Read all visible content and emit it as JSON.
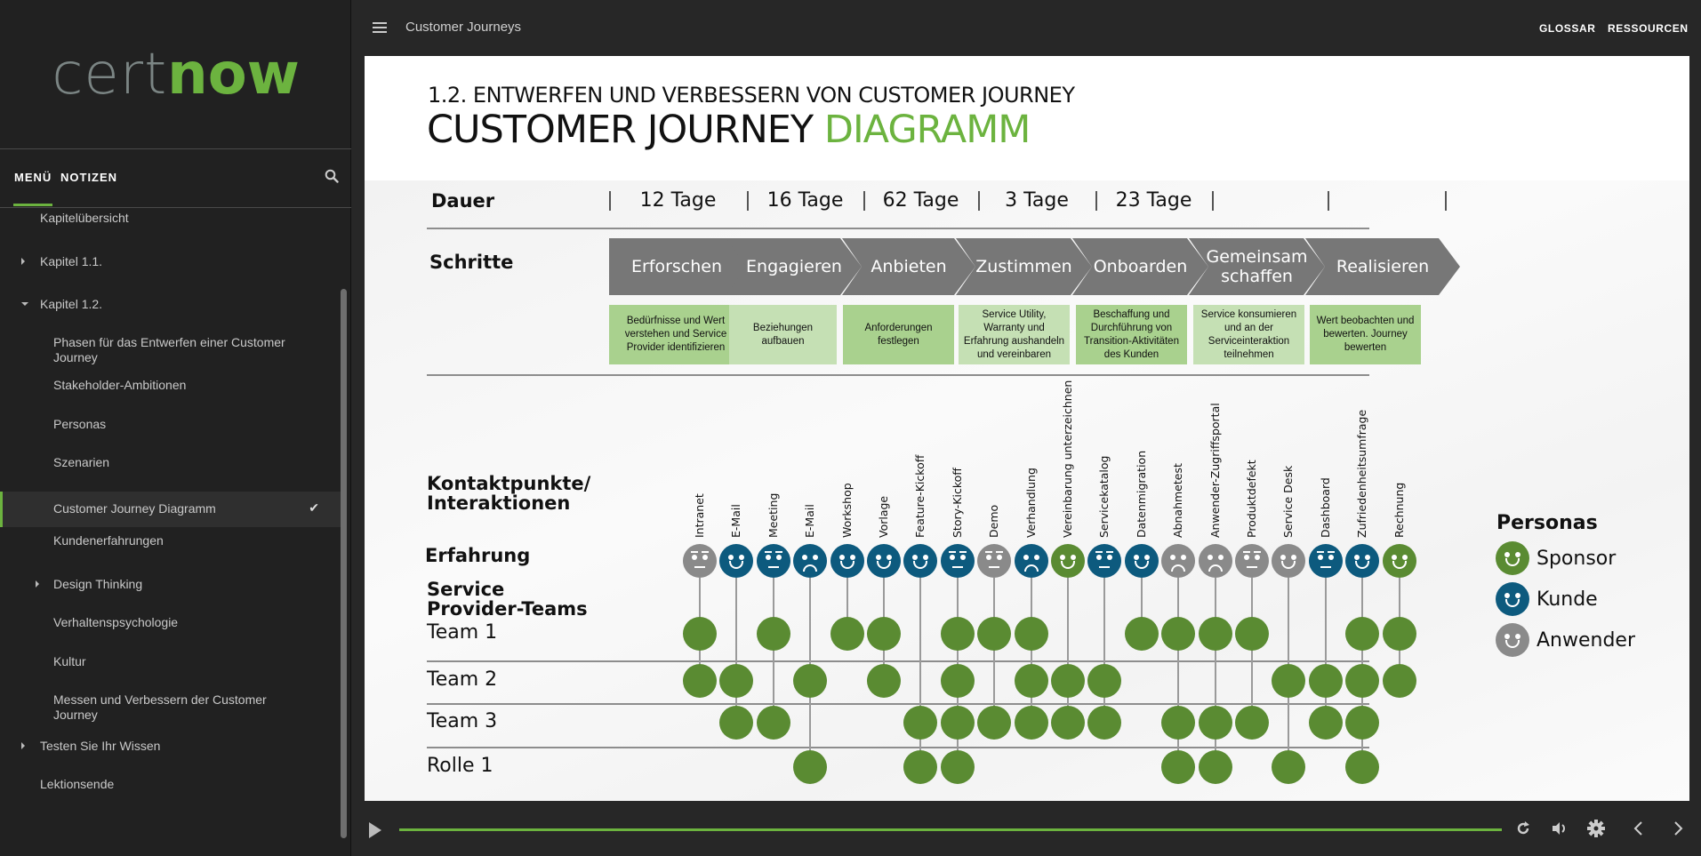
{
  "brand": {
    "logo_part1": "cert",
    "logo_part2": "now",
    "accent_color": "#6cb33f"
  },
  "sidebar": {
    "tabs": [
      {
        "label": "MENÜ",
        "active": true
      },
      {
        "label": "NOTIZEN",
        "active": false
      }
    ],
    "search_icon": "search-icon",
    "items": [
      {
        "label": "Kapitelübersicht",
        "level": 1,
        "caret": null
      },
      {
        "label": "Kapitel 1.1.",
        "level": 1,
        "caret": "right"
      },
      {
        "label": "Kapitel 1.2.",
        "level": 1,
        "caret": "down"
      },
      {
        "label": "Phasen für das Entwerfen einer Customer Journey",
        "level": 2,
        "caret": null
      },
      {
        "label": "Stakeholder-Ambitionen",
        "level": 2,
        "caret": null
      },
      {
        "label": "Personas",
        "level": 2,
        "caret": null
      },
      {
        "label": "Szenarien",
        "level": 2,
        "caret": null
      },
      {
        "label": "Customer Journey Diagramm",
        "level": 2,
        "caret": null,
        "active": true,
        "completed": true
      },
      {
        "label": "Kundenerfahrungen",
        "level": 2,
        "caret": null
      },
      {
        "label": "Design Thinking",
        "level": 2,
        "caret": "right"
      },
      {
        "label": "Verhaltenspsychologie",
        "level": 2,
        "caret": null
      },
      {
        "label": "Kultur",
        "level": 2,
        "caret": null
      },
      {
        "label": "Messen und Verbessern der Customer Journey",
        "level": 2,
        "caret": null
      },
      {
        "label": "Testen Sie Ihr Wissen",
        "level": 1,
        "caret": "right"
      },
      {
        "label": "Lektionsende",
        "level": 1,
        "caret": null
      }
    ]
  },
  "topbar": {
    "course_title": "Customer Journeys",
    "links": [
      "GLOSSAR",
      "RESSOURCEN"
    ]
  },
  "slide": {
    "subtitle": "1.2.  ENTWERFEN UND VERBESSERN VON CUSTOMER JOURNEY",
    "title_main": "CUSTOMER JOURNEY ",
    "title_accent": "DIAGRAMM",
    "diagram": {
      "row_labels": {
        "duration": "Dauer",
        "steps": "Schritte",
        "touchpoints": "Kontaktpunkte/ Interaktionen",
        "experience": "Erfahrung",
        "teams": "Service Provider-Teams"
      },
      "persona_colors": {
        "Sponsor": "#5a8b32",
        "Kunde": "#0d5a7e",
        "Anwender": "#8a8a8a"
      },
      "stages": [
        {
          "name": "Erforschen",
          "duration": "12 Tage",
          "description": "Bedürfnisse und Wert verstehen und Service Provider identifizieren",
          "desc_color": "#a9d18e"
        },
        {
          "name": "Engagieren",
          "duration": "16 Tage",
          "description": "Beziehungen aufbauen",
          "desc_color": "#c5e0b4"
        },
        {
          "name": "Anbieten",
          "duration": "62 Tage",
          "description": "Anforderungen festlegen",
          "desc_color": "#a9d18e"
        },
        {
          "name": "Zustimmen",
          "duration": "3 Tage",
          "description": "Service Utility, Warranty und Erfahrung aushandeln und vereinbaren",
          "desc_color": "#c5e0b4"
        },
        {
          "name": "Onboarden",
          "duration": "23 Tage",
          "description": "Beschaffung und Durchführung von Transition-Aktivitäten des Kunden",
          "desc_color": "#a9d18e"
        },
        {
          "name": "Gemeinsam schaffen",
          "duration": "",
          "description": "Service konsumieren und an der Serviceinteraktion teilnehmen",
          "desc_color": "#c5e0b4"
        },
        {
          "name": "Realisieren",
          "duration": "",
          "description": "Wert beobachten und bewerten. Journey bewerten",
          "desc_color": "#a9d18e"
        }
      ],
      "touchpoints": [
        {
          "label": "Intranet",
          "persona": "Anwender",
          "mood": "neutral"
        },
        {
          "label": "E-Mail",
          "persona": "Kunde",
          "mood": "happy"
        },
        {
          "label": "Meeting",
          "persona": "Kunde",
          "mood": "neutral"
        },
        {
          "label": "E-Mail",
          "persona": "Kunde",
          "mood": "sad"
        },
        {
          "label": "Workshop",
          "persona": "Kunde",
          "mood": "happy"
        },
        {
          "label": "Vorlage",
          "persona": "Kunde",
          "mood": "happy"
        },
        {
          "label": "Feature-Kickoff",
          "persona": "Kunde",
          "mood": "happy"
        },
        {
          "label": "Story-Kickoff",
          "persona": "Kunde",
          "mood": "neutral"
        },
        {
          "label": "Demo",
          "persona": "Anwender",
          "mood": "neutral"
        },
        {
          "label": "Verhandlung",
          "persona": "Kunde",
          "mood": "sad"
        },
        {
          "label": "Vereinbarung unterzeichnen",
          "persona": "Sponsor",
          "mood": "happy"
        },
        {
          "label": "Servicekatalog",
          "persona": "Kunde",
          "mood": "neutral"
        },
        {
          "label": "Datenmigration",
          "persona": "Kunde",
          "mood": "happy"
        },
        {
          "label": "Abnahmetest",
          "persona": "Anwender",
          "mood": "sad"
        },
        {
          "label": "Anwender-Zugriffsportal",
          "persona": "Anwender",
          "mood": "sad"
        },
        {
          "label": "Produktdefekt",
          "persona": "Anwender",
          "mood": "neutral"
        },
        {
          "label": "Service Desk",
          "persona": "Anwender",
          "mood": "happy"
        },
        {
          "label": "Dashboard",
          "persona": "Kunde",
          "mood": "neutral"
        },
        {
          "label": "Zufriedenheitsumfrage",
          "persona": "Kunde",
          "mood": "happy"
        },
        {
          "label": "Rechnung",
          "persona": "Sponsor",
          "mood": "happy"
        }
      ],
      "teams": [
        {
          "name": "Team 1",
          "touchpoints": [
            1,
            3,
            5,
            6,
            8,
            9,
            10,
            13,
            14,
            15,
            16,
            19,
            20
          ]
        },
        {
          "name": "Team 2",
          "touchpoints": [
            1,
            2,
            4,
            6,
            8,
            10,
            11,
            12,
            17,
            18,
            19,
            20
          ]
        },
        {
          "name": "Team 3",
          "touchpoints": [
            2,
            3,
            7,
            8,
            9,
            10,
            11,
            12,
            14,
            15,
            16,
            18,
            19
          ]
        },
        {
          "name": "Rolle 1",
          "touchpoints": [
            4,
            7,
            8,
            14,
            15,
            17,
            19
          ]
        }
      ],
      "legend": {
        "title": "Personas",
        "items": [
          {
            "label": "Sponsor",
            "persona": "Sponsor"
          },
          {
            "label": "Kunde",
            "persona": "Kunde"
          },
          {
            "label": "Anwender",
            "persona": "Anwender"
          }
        ]
      }
    }
  },
  "player": {
    "progress": 1.0,
    "icons": [
      "play-icon",
      "replay-icon",
      "volume-icon",
      "settings-icon",
      "previous-icon",
      "next-icon"
    ]
  }
}
